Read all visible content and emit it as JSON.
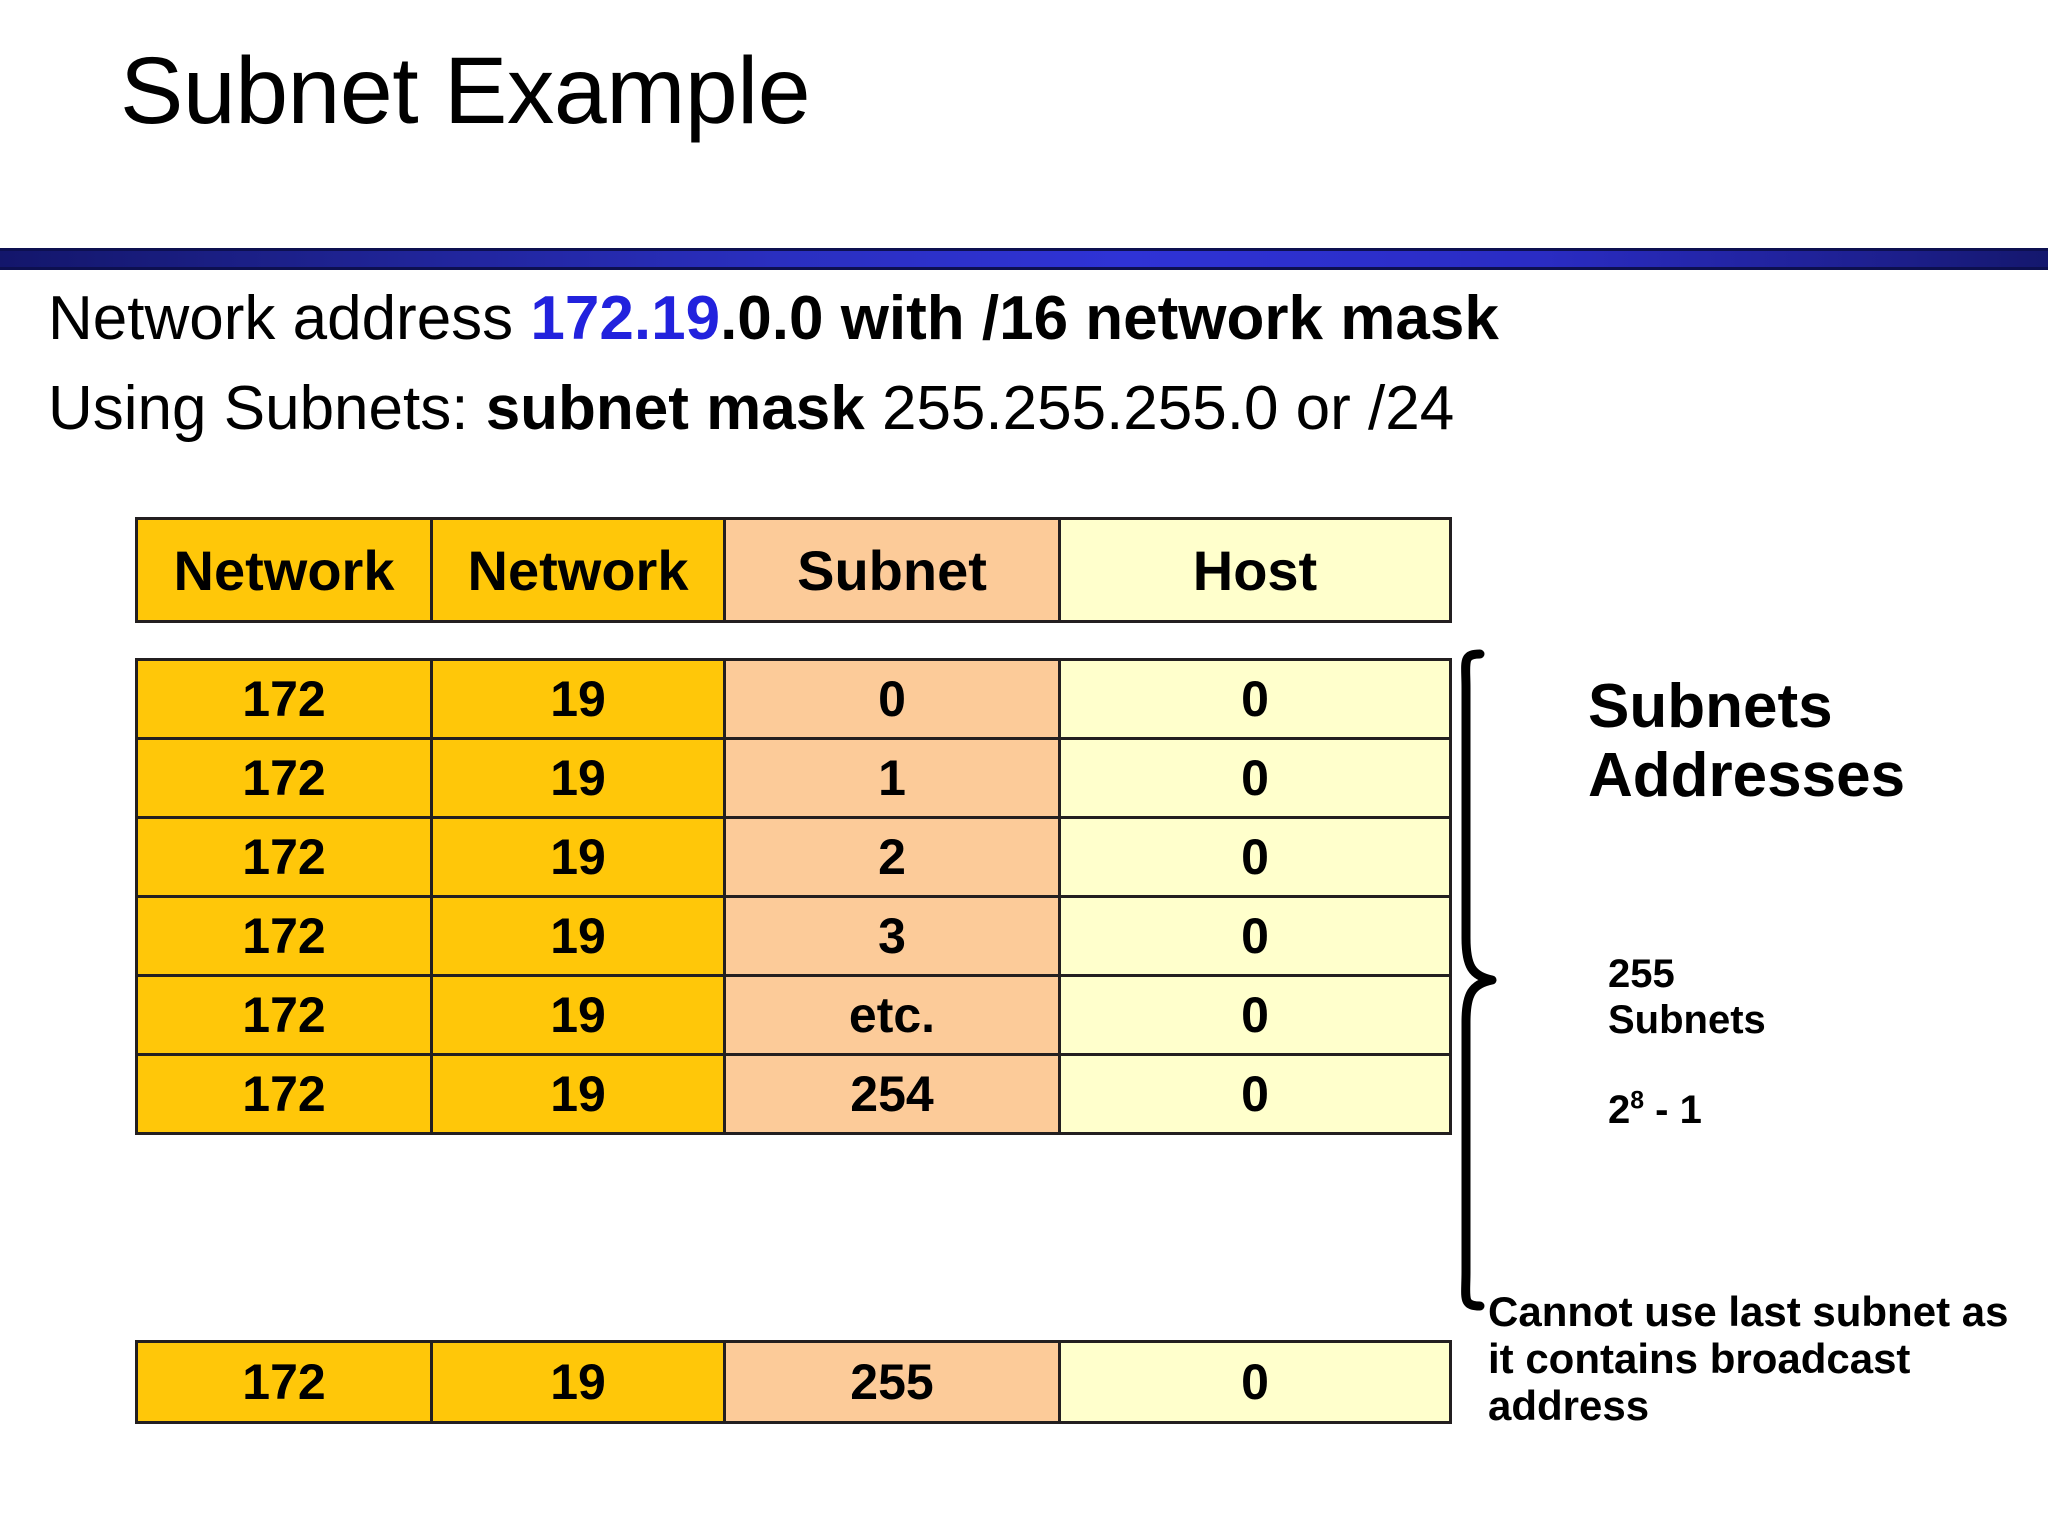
{
  "slide": {
    "title": "Subnet Example",
    "divider_color_dark": "#13166b",
    "divider_color_bright": "#2f33d6"
  },
  "subtitle": {
    "line1": {
      "lead": "Network address ",
      "highlight": "172.19",
      "tail": ".0.0 with /16 network mask",
      "highlight_color": "#2222dd"
    },
    "line2": {
      "lead": "Using Subnets: ",
      "emphasis": "subnet mask",
      "tail": " 255.255.255.0 or /24"
    }
  },
  "table": {
    "headers": [
      "Network",
      "Network",
      "Subnet",
      "Host"
    ],
    "column_colors": [
      "#FFC709",
      "#FFC709",
      "#FCCB99",
      "#FFFFCC"
    ],
    "rows": [
      [
        "172",
        "19",
        "0",
        "0"
      ],
      [
        "172",
        "19",
        "1",
        "0"
      ],
      [
        "172",
        "19",
        "2",
        "0"
      ],
      [
        "172",
        "19",
        "3",
        "0"
      ],
      [
        "172",
        "19",
        "etc.",
        "0"
      ],
      [
        "172",
        "19",
        "254",
        "0"
      ]
    ],
    "last_row": [
      "172",
      "19",
      "255",
      "0"
    ]
  },
  "annotations": {
    "brace_label_line1": "Subnets",
    "brace_label_line2": "Addresses",
    "count_line1": "255",
    "count_line2": "Subnets",
    "power_base": "2",
    "power_exponent": "8",
    "power_tail": " - 1",
    "broadcast_note": "Cannot use last subnet as it contains broadcast address"
  }
}
